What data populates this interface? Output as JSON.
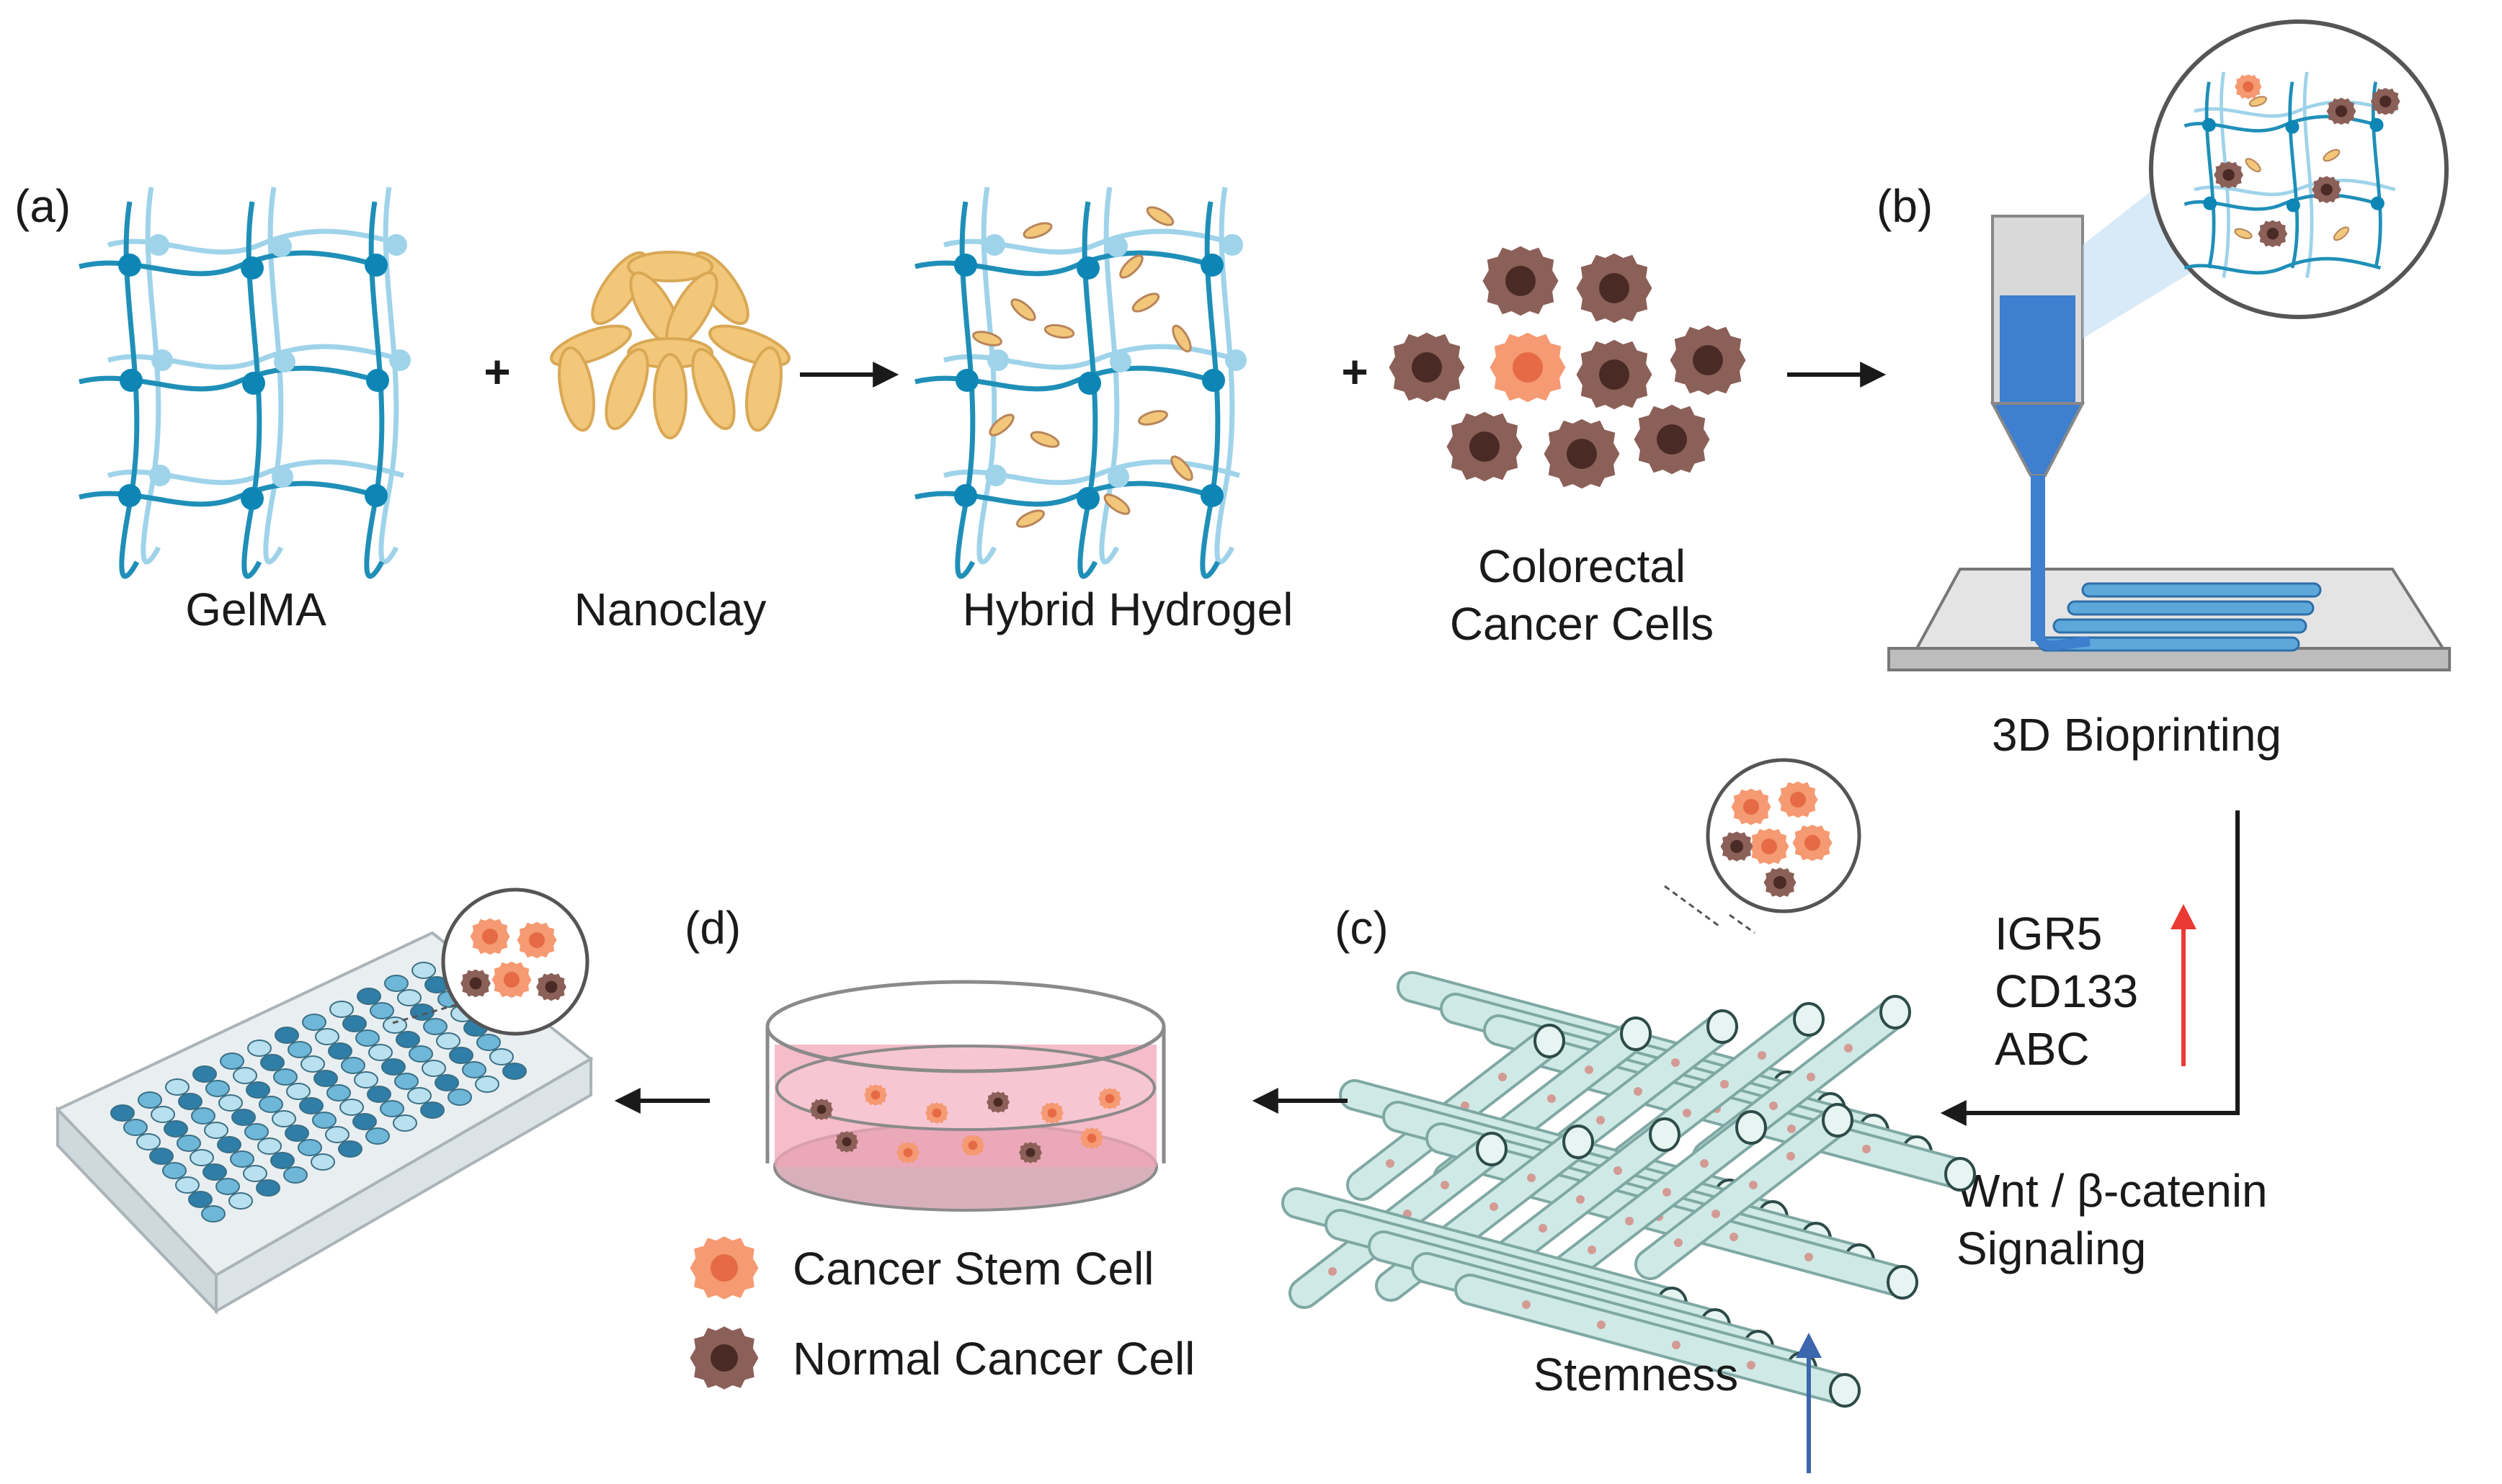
{
  "panels": {
    "a": "(a)",
    "b": "(b)",
    "c": "(c)",
    "d": "(d)"
  },
  "labels": {
    "gelma": "GelMA",
    "nanoclay": "Nanoclay",
    "hybrid": "Hybrid Hydrogel",
    "crc_line1": "Colorectal",
    "crc_line2": "Cancer Cells",
    "bioprinting": "3D Bioprinting",
    "stemness": "Stemness",
    "markers": [
      "IGR5",
      "CD133",
      "ABC"
    ],
    "signaling_line1": "Wnt / β-catenin",
    "signaling_line2": "Signaling"
  },
  "operators": {
    "plus": "+"
  },
  "legend": [
    {
      "label": "Cancer Stem Cell",
      "icon": "cancer-stem-cell-icon"
    },
    {
      "label": "Normal Cancer Cell",
      "icon": "normal-cancer-cell-icon"
    }
  ],
  "colors": {
    "network": "#1f8fb8",
    "network_light": "#9fd3ea",
    "node": "#0d86b5",
    "nanoclay": "#f2c77a",
    "cancer_cell": "#8b6058",
    "cancer_cell_nucleus": "#4a2a24",
    "stem_cell": "#f59a72",
    "stem_cell_nucleus": "#e56a45",
    "up_red": "#ea3a33",
    "up_blue": "#3c67ad",
    "media": "#f2a6b8",
    "scaffold": "#bfe3df"
  }
}
